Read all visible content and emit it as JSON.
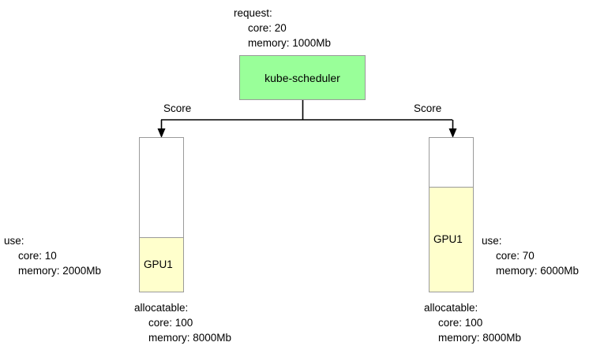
{
  "diagram": {
    "title": "kube-scheduler GPU node scoring",
    "colors": {
      "scheduler_fill": "#99ff99",
      "node_used_fill": "#ffffcc",
      "border": "#9a9a9a",
      "background": "#ffffff",
      "line": "#000000"
    }
  },
  "request": {
    "title": "request:",
    "core": "core: 20",
    "memory": "memory: 1000Mb"
  },
  "scheduler": {
    "label": "kube-scheduler"
  },
  "edges": {
    "left_label": "Score",
    "right_label": "Score"
  },
  "nodes": [
    {
      "id": "left",
      "bar_label": "GPU1",
      "use": {
        "title": "use:",
        "core": "core: 10",
        "memory": "memory: 2000Mb"
      },
      "allocatable": {
        "title": "allocatable:",
        "core": "core: 100",
        "memory": "memory: 8000Mb"
      }
    },
    {
      "id": "right",
      "bar_label": "GPU1",
      "use": {
        "title": "use:",
        "core": "core: 70",
        "memory": "memory: 6000Mb"
      },
      "allocatable": {
        "title": "allocatable:",
        "core": "core: 100",
        "memory": "memory: 8000Mb"
      }
    }
  ]
}
